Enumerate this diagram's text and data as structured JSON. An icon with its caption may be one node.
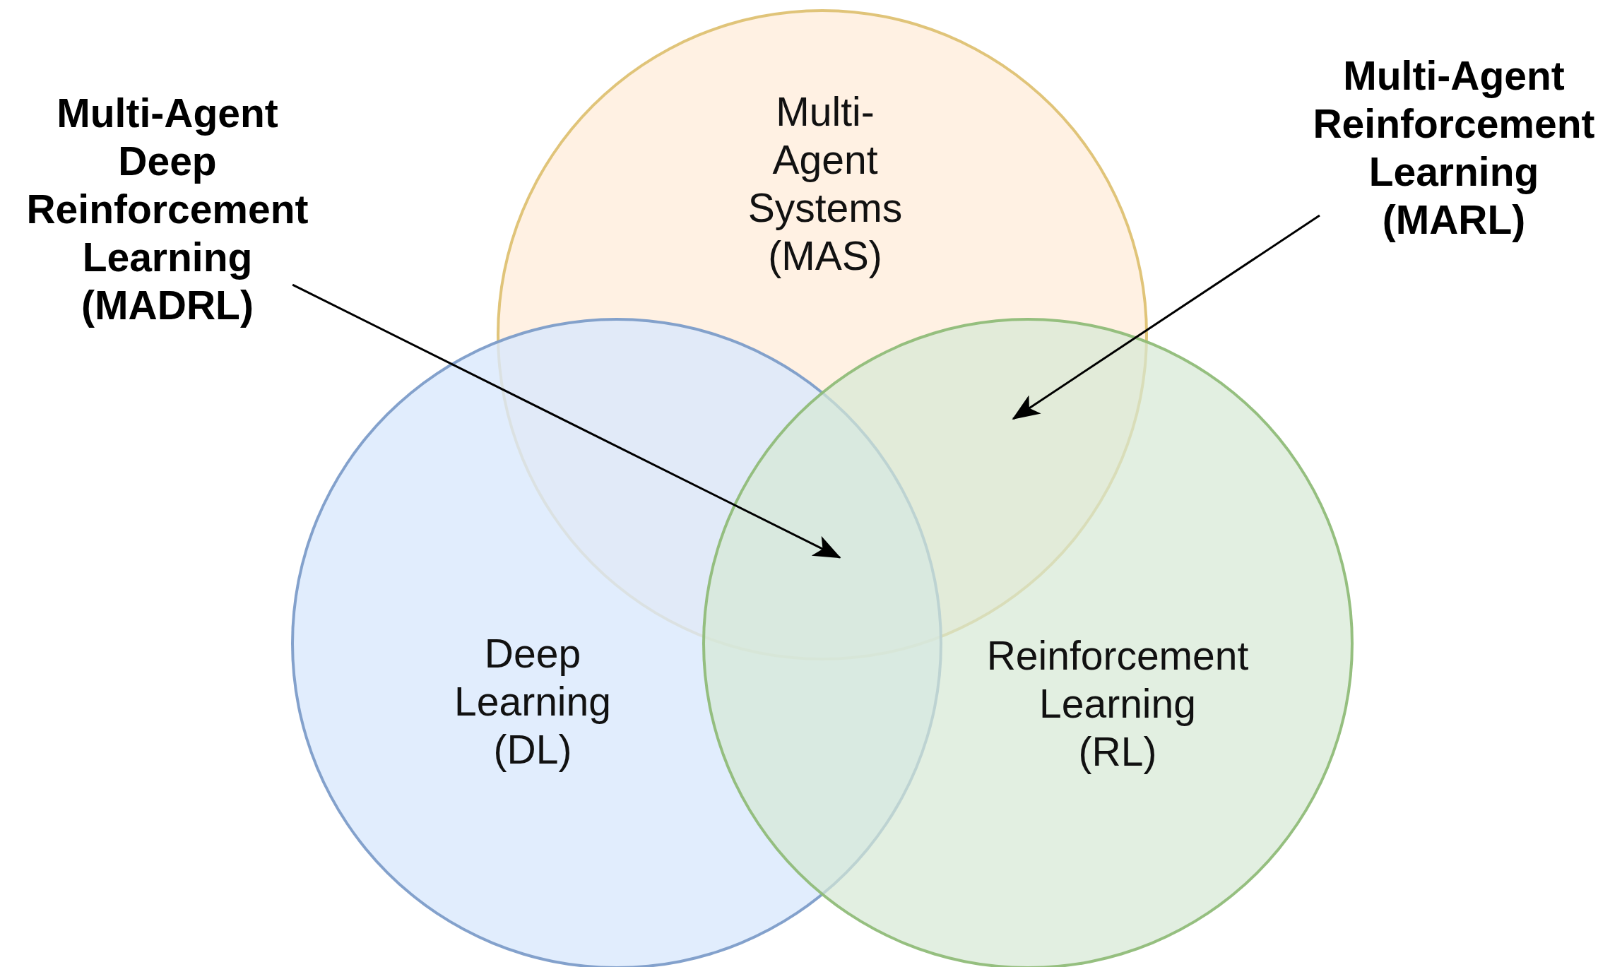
{
  "diagram": {
    "nodes": [
      {
        "text": [
          "Multi-Agent Systems (MAS)"
        ]
      },
      {
        "text": [
          "Deep Learning (DL)"
        ]
      },
      {
        "text": [
          "Reinforcement Learning (RL)"
        ]
      },
      {
        "text": [
          "Multi-Agent Deep Reinforcement Learning (MADRL)"
        ]
      },
      {
        "text": [
          "Multi-Agent Reinforcement Learning (MARL)"
        ]
      }
    ],
    "edges": [
      {
        "from": 3,
        "to": 0,
        "arrow": "to"
      },
      {
        "from": 4,
        "to": 0,
        "arrow": "to"
      }
    ]
  }
}
